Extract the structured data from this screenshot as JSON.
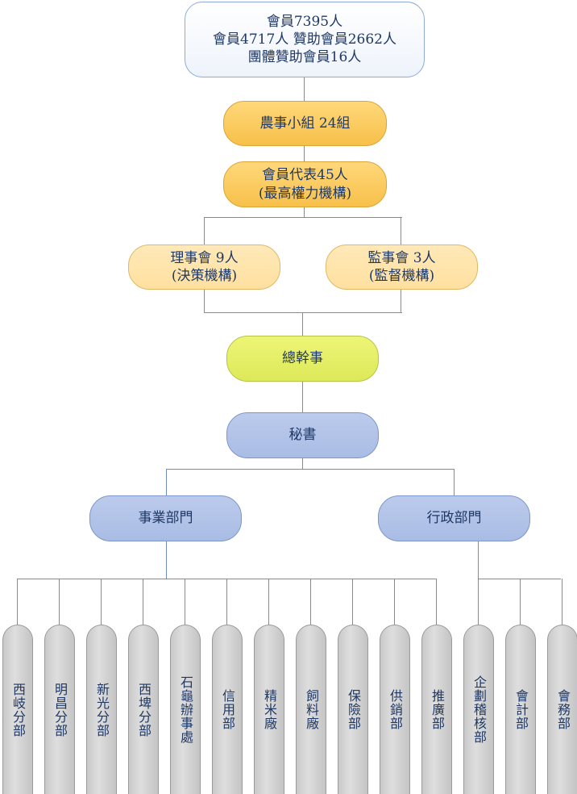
{
  "members": {
    "line1": "會員7395人",
    "line2": "會員4717人 贊助會員2662人",
    "line3": "團體贊助會員16人"
  },
  "farm_groups": "農事小組 24組",
  "representatives": {
    "line1": "會員代表45人",
    "line2": "(最高權力機構)"
  },
  "board": {
    "line1": "理事會 9人",
    "line2": "(決策機構)"
  },
  "supervisors": {
    "line1": "監事會 3人",
    "line2": "(監督機構)"
  },
  "general_manager": "總幹事",
  "secretary": "秘書",
  "business_division": "事業部門",
  "admin_division": "行政部門",
  "business_units": [
    "西岐分部",
    "明昌分部",
    "新光分部",
    "西埤分部",
    "石龜辦事處",
    "信用部",
    "精米廠",
    "飼料廠",
    "保險部",
    "供銷部",
    "推廣部"
  ],
  "admin_units": [
    "企劃稽核部",
    "會計部",
    "會務部"
  ]
}
